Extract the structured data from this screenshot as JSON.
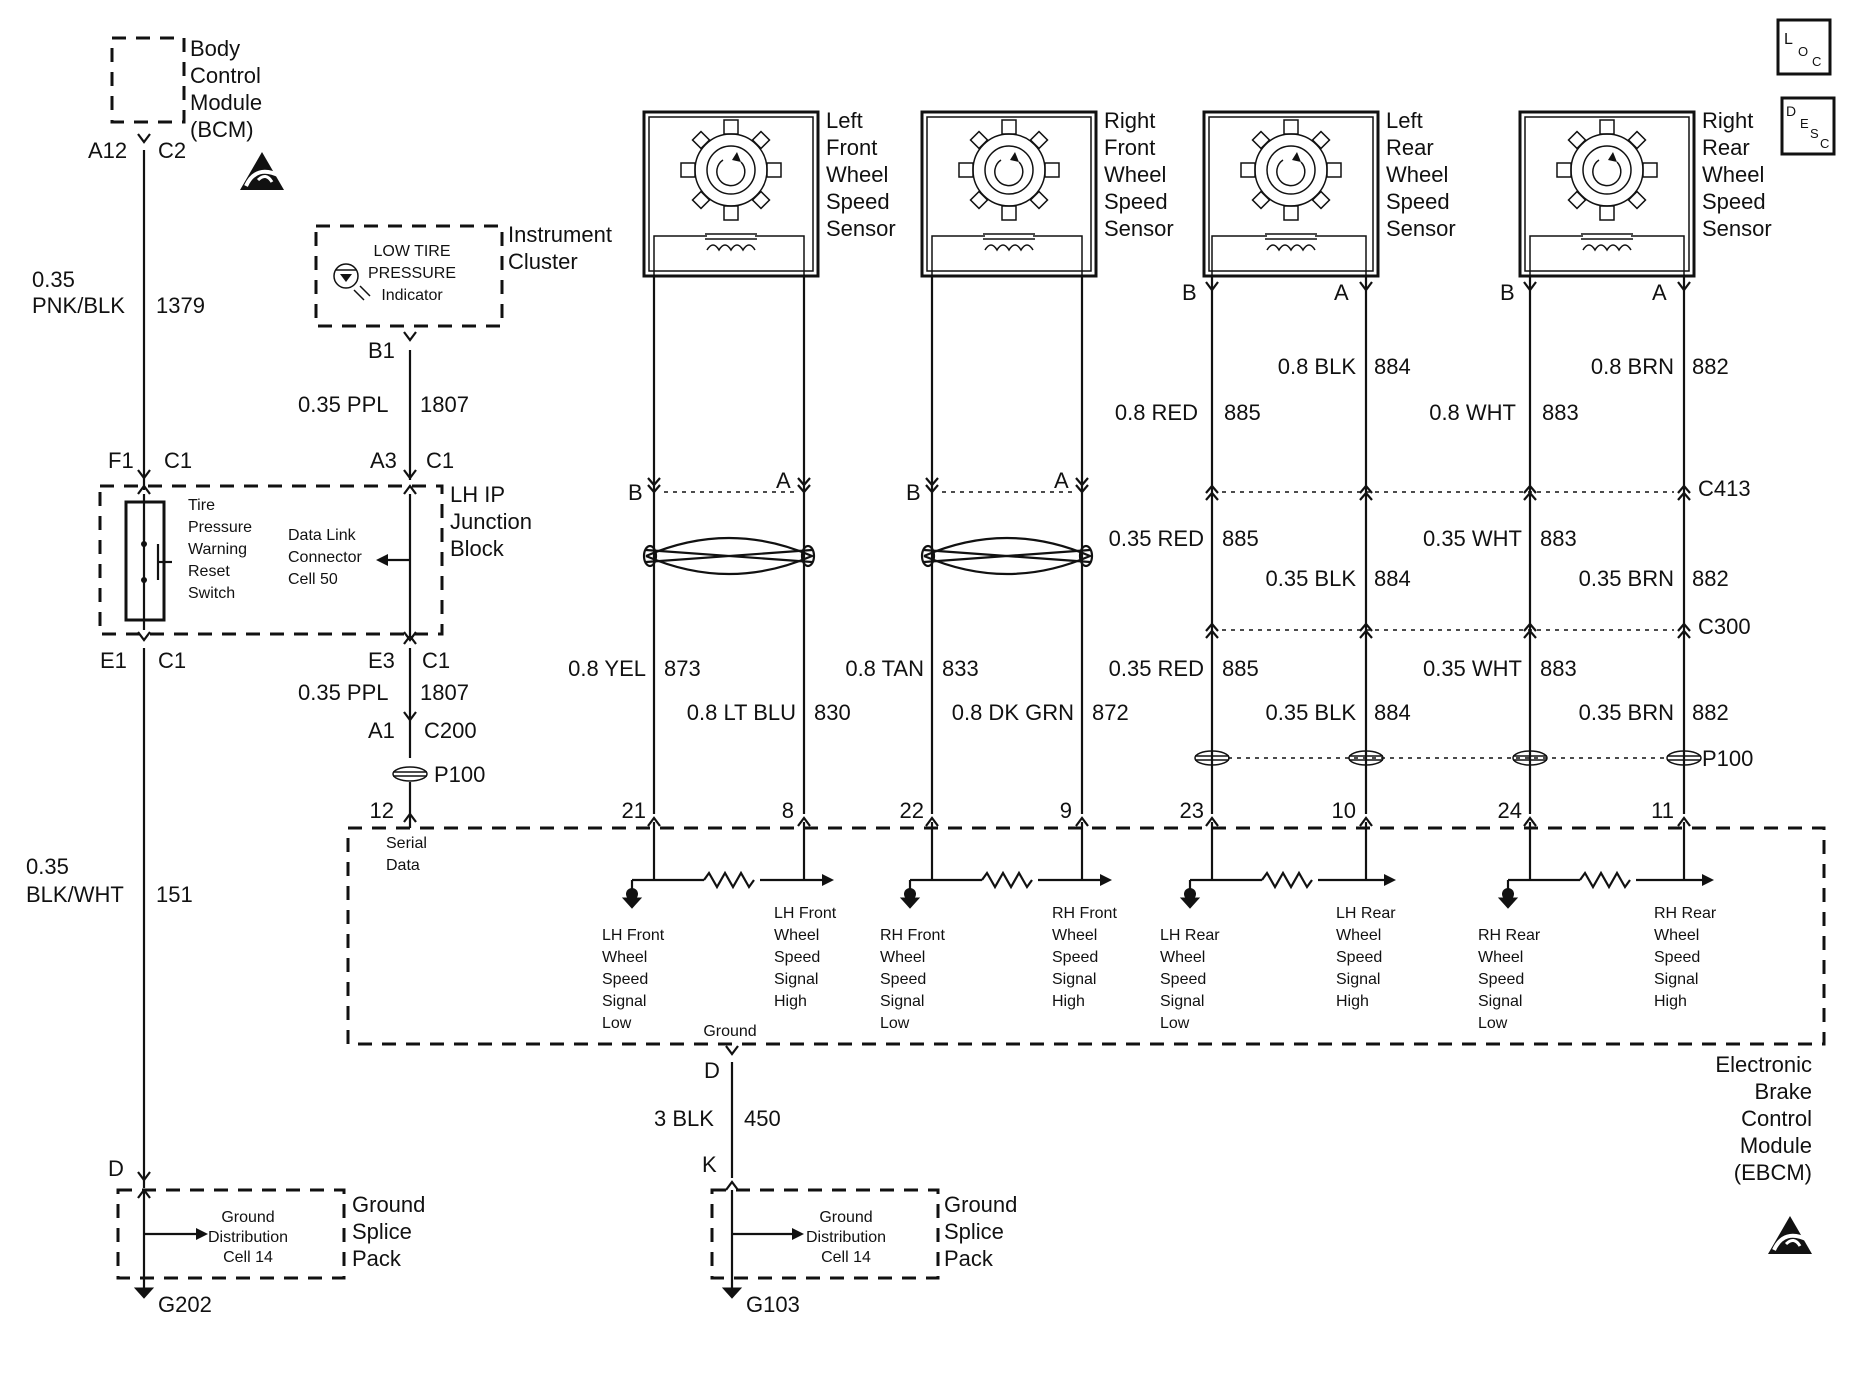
{
  "bcm": {
    "name_lines": [
      "Body",
      "Control",
      "Module",
      "(BCM)"
    ],
    "pins": [
      "A12",
      "C2"
    ],
    "wire_gauge": "0.35",
    "wire_color": "PNK/BLK",
    "circuit": "1379"
  },
  "cluster": {
    "name_lines": [
      "Instrument",
      "Cluster"
    ],
    "indicator_lines": [
      "LOW TIRE",
      "PRESSURE",
      "Indicator"
    ],
    "pin": "B1",
    "wire": "0.35 PPL",
    "circuit": "1807"
  },
  "junction": {
    "name_lines": [
      "LH IP",
      "Junction",
      "Block"
    ],
    "switch_lines": [
      "Tire",
      "Pressure",
      "Warning",
      "Reset",
      "Switch"
    ],
    "dlc_lines": [
      "Data Link",
      "Connector",
      "Cell 50"
    ],
    "top_left_pins": [
      "F1",
      "C1"
    ],
    "top_right_pins": [
      "A3",
      "C1"
    ],
    "bottom_left_pins": [
      "E1",
      "C1"
    ],
    "bottom_right_pins": [
      "E3",
      "C1"
    ],
    "out_wire": "0.35 PPL",
    "out_circuit": "1807",
    "c200_pins": [
      "A1",
      "C200"
    ],
    "p100": "P100"
  },
  "left_ground": {
    "wire_gauge": "0.35",
    "wire_color": "BLK/WHT",
    "circuit": "151",
    "pin": "D",
    "splice_lines": [
      "Ground",
      "Distribution",
      "Cell 14"
    ],
    "pack_lines": [
      "Ground",
      "Splice",
      "Pack"
    ],
    "ground": "G202"
  },
  "sensors": [
    {
      "name_lines": [
        "Left",
        "Front",
        "Wheel",
        "Speed",
        "Sensor"
      ],
      "pin_l": "B",
      "pin_r": "A",
      "wire_l": "0.8 YEL",
      "circ_l": "873",
      "wire_r": "0.8 LT BLU",
      "circ_r": "830",
      "ebcm_l": "21",
      "ebcm_r": "8",
      "sig_low": [
        "LH Front",
        "Wheel",
        "Speed",
        "Signal",
        "Low"
      ],
      "sig_high": [
        "LH Front",
        "Wheel",
        "Speed",
        "Signal",
        "High"
      ]
    },
    {
      "name_lines": [
        "Right",
        "Front",
        "Wheel",
        "Speed",
        "Sensor"
      ],
      "pin_l": "B",
      "pin_r": "A",
      "wire_l": "0.8 TAN",
      "circ_l": "833",
      "wire_r": "0.8 DK GRN",
      "circ_r": "872",
      "ebcm_l": "22",
      "ebcm_r": "9",
      "sig_low": [
        "RH Front",
        "Wheel",
        "Speed",
        "Signal",
        "Low"
      ],
      "sig_high": [
        "RH Front",
        "Wheel",
        "Speed",
        "Signal",
        "High"
      ]
    },
    {
      "name_lines": [
        "Left",
        "Rear",
        "Wheel",
        "Speed",
        "Sensor"
      ],
      "pin_l": "B",
      "pin_r": "A",
      "top_l": "0.8 RED",
      "top_circ_l": "885",
      "top_r": "0.8 BLK",
      "top_circ_r": "884",
      "mid_l": "0.35 RED",
      "mid_circ_l": "885",
      "mid_r": "0.35 BLK",
      "mid_circ_r": "884",
      "bot_l": "0.35 RED",
      "bot_circ_l": "885",
      "bot_r": "0.35 BLK",
      "bot_circ_r": "884",
      "ebcm_l": "23",
      "ebcm_r": "10",
      "sig_low": [
        "LH Rear",
        "Wheel",
        "Speed",
        "Signal",
        "Low"
      ],
      "sig_high": [
        "LH Rear",
        "Wheel",
        "Speed",
        "Signal",
        "High"
      ]
    },
    {
      "name_lines": [
        "Right",
        "Rear",
        "Wheel",
        "Speed",
        "Sensor"
      ],
      "pin_l": "B",
      "pin_r": "A",
      "top_l": "0.8 WHT",
      "top_circ_l": "883",
      "top_r": "0.8 BRN",
      "top_circ_r": "882",
      "mid_l": "0.35 WHT",
      "mid_circ_l": "883",
      "mid_r": "0.35 BRN",
      "mid_circ_r": "882",
      "bot_l": "0.35 WHT",
      "bot_circ_l": "883",
      "bot_r": "0.35 BRN",
      "bot_circ_r": "882",
      "ebcm_l": "24",
      "ebcm_r": "11",
      "sig_low": [
        "RH Rear",
        "Wheel",
        "Speed",
        "Signal",
        "Low"
      ],
      "sig_high": [
        "RH Rear",
        "Wheel",
        "Speed",
        "Signal",
        "High"
      ]
    }
  ],
  "connectors": {
    "c413": "C413",
    "c300": "C300",
    "p100": "P100"
  },
  "ebcm": {
    "name_lines": [
      "Electronic",
      "Brake",
      "Control",
      "Module",
      "(EBCM)"
    ],
    "serial_pin": "12",
    "serial_lines": [
      "Serial",
      "Data"
    ],
    "ground_label": "Ground",
    "ground_pin": "D",
    "ground_wire": "3 BLK",
    "ground_circuit": "450",
    "splice_pin": "K",
    "splice_lines": [
      "Ground",
      "Distribution",
      "Cell 14"
    ],
    "pack_lines": [
      "Ground",
      "Splice",
      "Pack"
    ],
    "ground": "G103"
  },
  "corner_icons": {
    "loc": {
      "big": "L",
      "sub1": "O",
      "sub2": "C"
    },
    "desc": {
      "big": "D",
      "sub1": "E",
      "sub2": "S",
      "sub3": "C"
    }
  }
}
